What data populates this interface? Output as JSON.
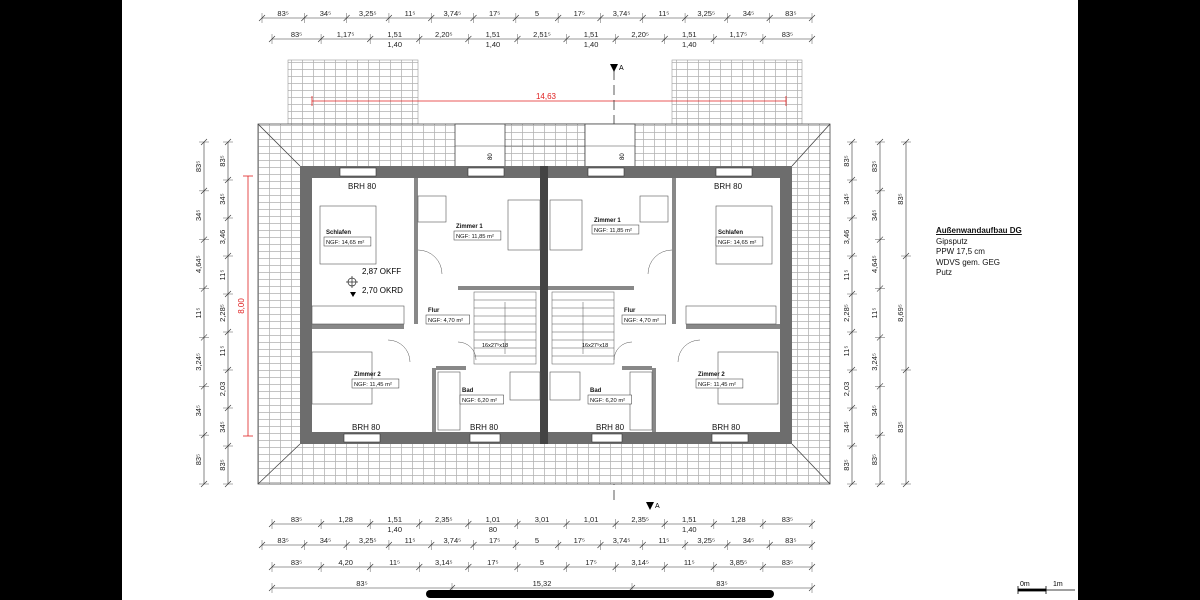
{
  "dim_top_1": [
    "83⁵",
    "34⁵",
    "3,25⁵",
    "11⁵",
    "3,74⁵",
    "17⁵",
    "5",
    "17⁵",
    "3,74⁵",
    "11⁵",
    "3,25⁵",
    "34⁵",
    "83⁵"
  ],
  "dim_top_2": [
    "83⁵",
    "1,17⁵",
    "1,51",
    "2,20⁵",
    "1,51",
    "2,51⁵",
    "1,51",
    "2,20⁵",
    "1,51",
    "1,17⁵",
    "83⁵"
  ],
  "dim_top_2_sub": [
    "1,40",
    "1,40",
    "1,40",
    "1,40"
  ],
  "dim_bot_1": [
    "83⁵",
    "1,28",
    "1,51",
    "2,35⁵",
    "1,01",
    "3,01",
    "1,01",
    "2,35⁵",
    "1,51",
    "1,28",
    "83⁵"
  ],
  "dim_bot_1_sub": [
    "1,40",
    "80",
    "1,40"
  ],
  "dim_bot_2": [
    "83⁵",
    "34⁵",
    "3,25⁵",
    "11⁵",
    "3,74⁵",
    "17⁵",
    "5",
    "17⁵",
    "3,74⁵",
    "11⁵",
    "3,25⁵",
    "34⁵",
    "83⁵"
  ],
  "dim_bot_3": [
    "83⁵",
    "4,20",
    "11⁵",
    "3,14⁵",
    "17⁵",
    "5",
    "17⁵",
    "3,14⁵",
    "11⁵",
    "3,85⁵",
    "83⁵"
  ],
  "dim_bot_4": [
    "83⁵",
    "15,32",
    "83⁵"
  ],
  "dim_left_outer": [
    "83⁵",
    "34⁵",
    "4,64⁵",
    "11⁵",
    "3,24⁵",
    "34⁵",
    "83⁵"
  ],
  "dim_left_inner": [
    "83⁵",
    "34⁵",
    "3,46",
    "11⁵",
    "2,28⁵",
    "11⁵",
    "2,03",
    "34⁵",
    "83⁵"
  ],
  "dim_right_inner": [
    "83⁵",
    "34⁵",
    "3,46",
    "11⁵",
    "2,28⁵",
    "11⁵",
    "2,03",
    "34⁵",
    "83⁵"
  ],
  "dim_right_mid": [
    "83⁵",
    "34⁵",
    "4,64⁵",
    "11⁵",
    "3,24⁵",
    "34⁵",
    "83⁵"
  ],
  "dim_right_outer": [
    "83⁵",
    "8,69⁵",
    "83⁵"
  ],
  "red_dims": {
    "width": "14,63",
    "height": "8,00"
  },
  "levels": {
    "okff": "2,87 OKFF",
    "okrd": "2,70 OKRD"
  },
  "section_marker": "A",
  "window_labels": {
    "brh": "BRH 80",
    "dormer": "80"
  },
  "rooms": [
    {
      "name": "Schlafen",
      "area": "NGF: 14,65 m²"
    },
    {
      "name": "Zimmer 1",
      "area": "NGF: 11,85 m²"
    },
    {
      "name": "Zimmer 1",
      "area": "NGF: 11,85 m²"
    },
    {
      "name": "Schlafen",
      "area": "NGF: 14,65 m²"
    },
    {
      "name": "Flur",
      "area": "NGF: 4,70 m²"
    },
    {
      "name": "Flur",
      "area": "NGF: 4,70 m²"
    },
    {
      "name": "Zimmer 2",
      "area": "NGF: 11,45 m²"
    },
    {
      "name": "Bad",
      "area": "NGF: 6,20 m²"
    },
    {
      "name": "Bad",
      "area": "NGF: 6,20 m²"
    },
    {
      "name": "Zimmer 2",
      "area": "NGF: 11,45 m²"
    }
  ],
  "stairs": "16x27⁵x18",
  "legend": {
    "title": "Außenwandaufbau DG",
    "lines": [
      "Gipsputz",
      "PPW 17,5 cm",
      "WDVS gem. GEG",
      "Putz"
    ]
  },
  "scale_bar": {
    "start": "0m",
    "end": "1m"
  }
}
